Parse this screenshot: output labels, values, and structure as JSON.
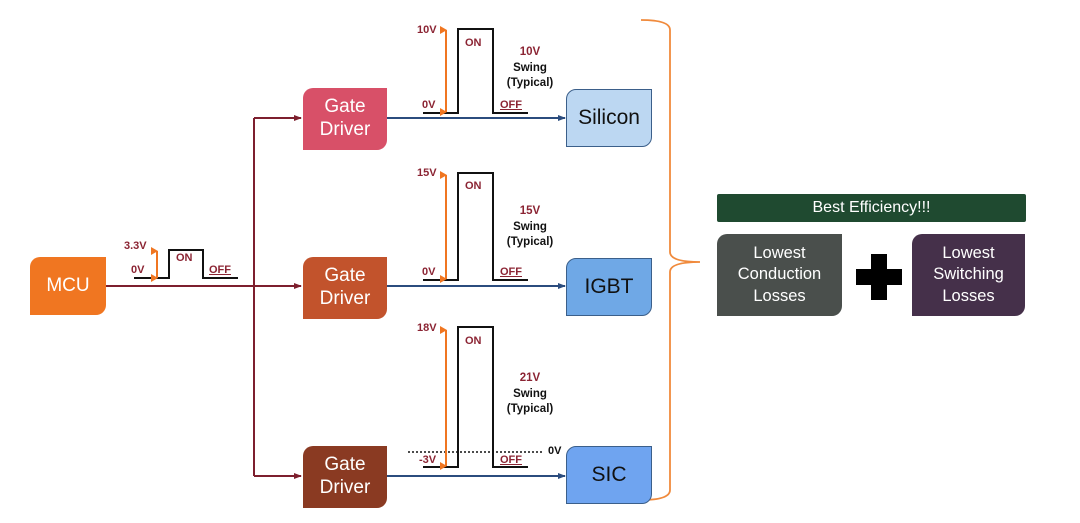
{
  "mcu": {
    "label": "MCU",
    "color": "#f07621",
    "signal": {
      "high_label": "3.3V",
      "low_label": "0V",
      "on_label": "ON",
      "off_label": "OFF"
    }
  },
  "branches": [
    {
      "gate_driver": {
        "label_line1": "Gate",
        "label_line2": "Driver",
        "color": "#d85068"
      },
      "device": {
        "label": "Silicon",
        "color": "#bcd7f2"
      },
      "signal": {
        "high_label": "10V",
        "low_label": "0V",
        "on_label": "ON",
        "off_label": "OFF"
      },
      "swing": {
        "value": "10V",
        "line2": "Swing",
        "line3": "(Typical)"
      }
    },
    {
      "gate_driver": {
        "label_line1": "Gate",
        "label_line2": "Driver",
        "color": "#c2532c"
      },
      "device": {
        "label": "IGBT",
        "color": "#6fa8e6"
      },
      "signal": {
        "high_label": "15V",
        "low_label": "0V",
        "on_label": "ON",
        "off_label": "OFF"
      },
      "swing": {
        "value": "15V",
        "line2": "Swing",
        "line3": "(Typical)"
      }
    },
    {
      "gate_driver": {
        "label_line1": "Gate",
        "label_line2": "Driver",
        "color": "#8a3a22"
      },
      "device": {
        "label": "SIC",
        "color": "#6fa4f0"
      },
      "signal": {
        "high_label": "18V",
        "low_label": "-3V",
        "on_label": "ON",
        "off_label": "OFF",
        "zero_ref_label": "0V"
      },
      "swing": {
        "value": "21V",
        "line2": "Swing",
        "line3": "(Typical)"
      }
    }
  ],
  "result": {
    "banner": "Best Efficiency!!!",
    "banner_color": "#1f4a30",
    "left": {
      "line1": "Lowest",
      "line2": "Conduction",
      "line3": "Losses",
      "color": "#4a4f4c"
    },
    "right": {
      "line1": "Lowest",
      "line2": "Switching",
      "line3": "Losses",
      "color": "#45304a"
    },
    "operator_icon": "plus-icon"
  },
  "colors": {
    "mcu_line": "#7d1f2e",
    "driver_line": "#2b4c7e",
    "swing_arrow": "#f07621",
    "brace": "#f08a3c",
    "waveform": "#111111"
  }
}
